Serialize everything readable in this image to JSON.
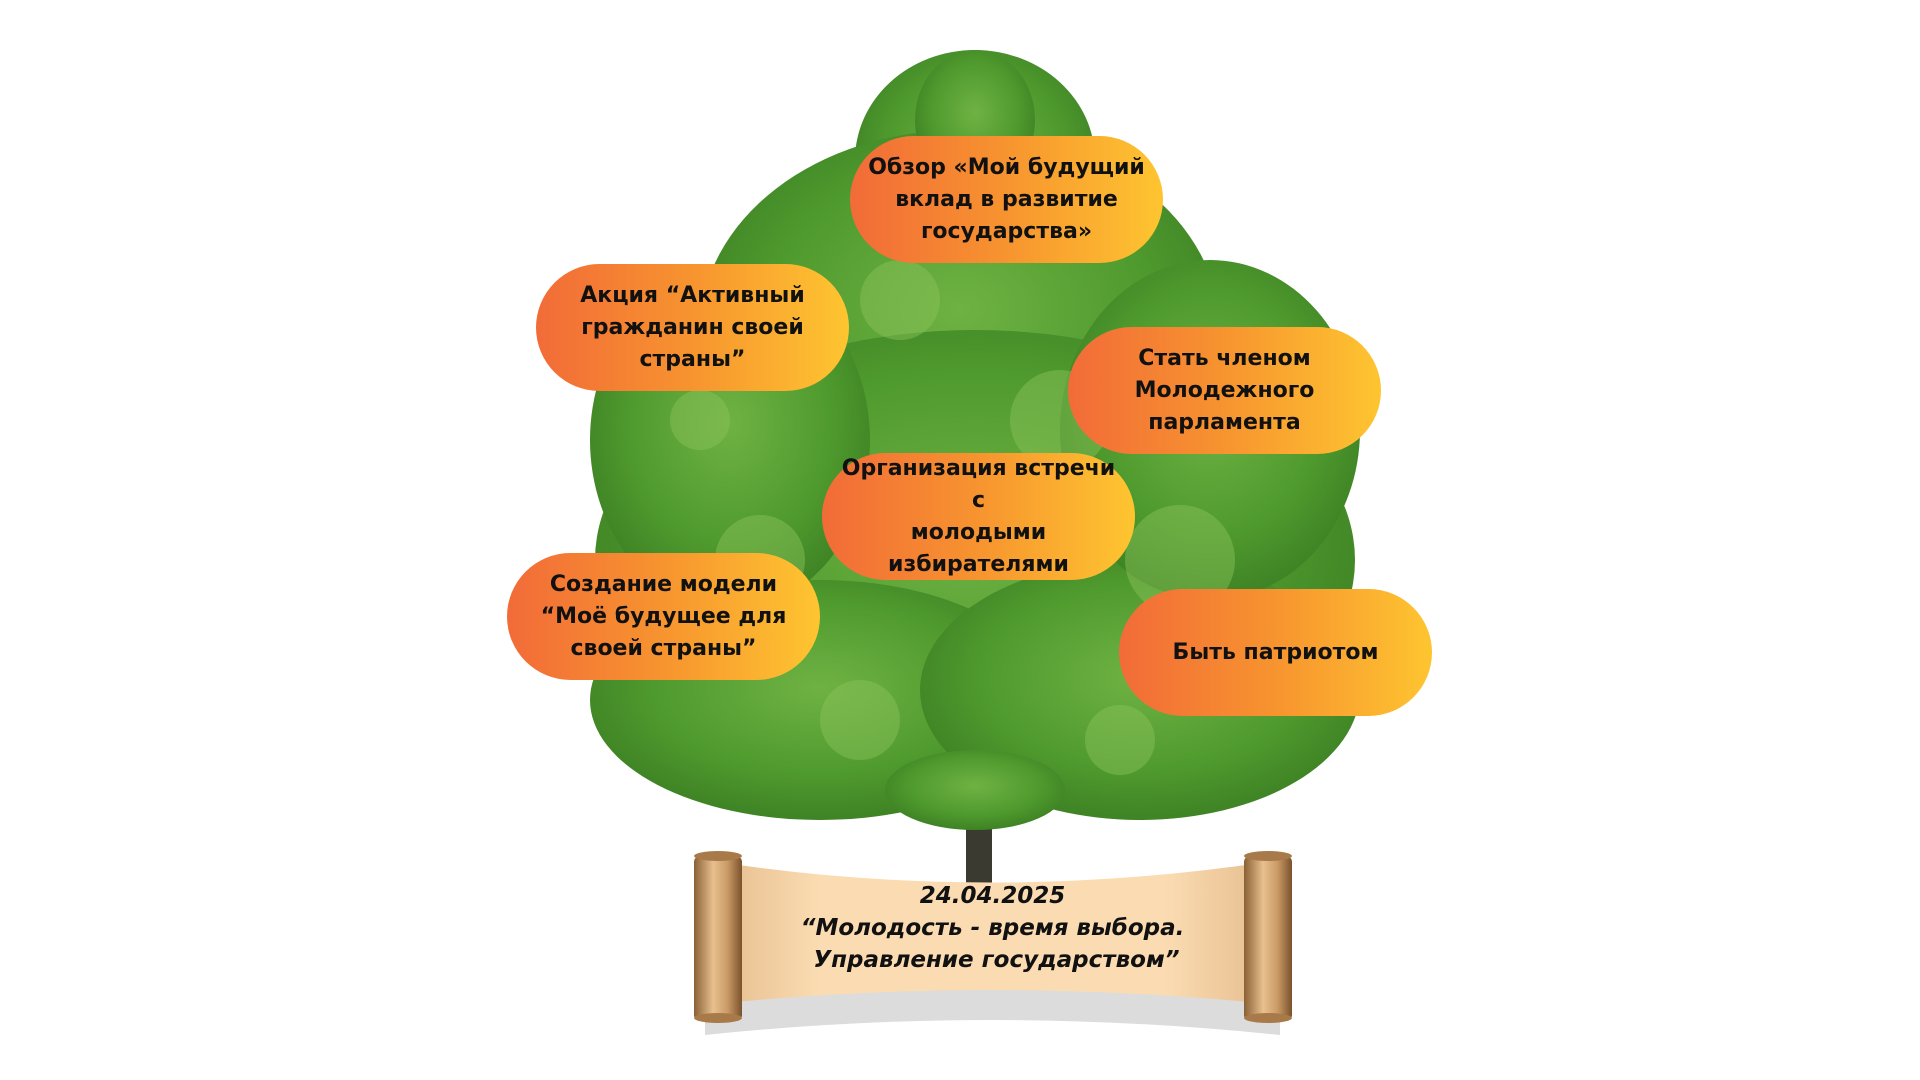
{
  "pills": [
    {
      "text": "Обзор «Мой будущий\nвклад в развитие\nгосударства»"
    },
    {
      "text": "Акция “Активный\nгражданин своей\nстраны”"
    },
    {
      "text": "Стать членом\nМолодежного\nпарламента"
    },
    {
      "text": "Организация встречи с\nмолодыми\nизбирателями"
    },
    {
      "text": "Создание модели\n“Моё будущее для\nсвоей страны”"
    },
    {
      "text": "Быть патриотом"
    }
  ],
  "scroll": {
    "date": "24.04.2025",
    "line1": "“Молодость - время выбора.",
    "line2": " Управление государством”"
  },
  "colors": {
    "pill_start": "#f26b38",
    "pill_end": "#fec530",
    "foliage": "#4f9a2e",
    "parchment": "#fbdcb2"
  }
}
